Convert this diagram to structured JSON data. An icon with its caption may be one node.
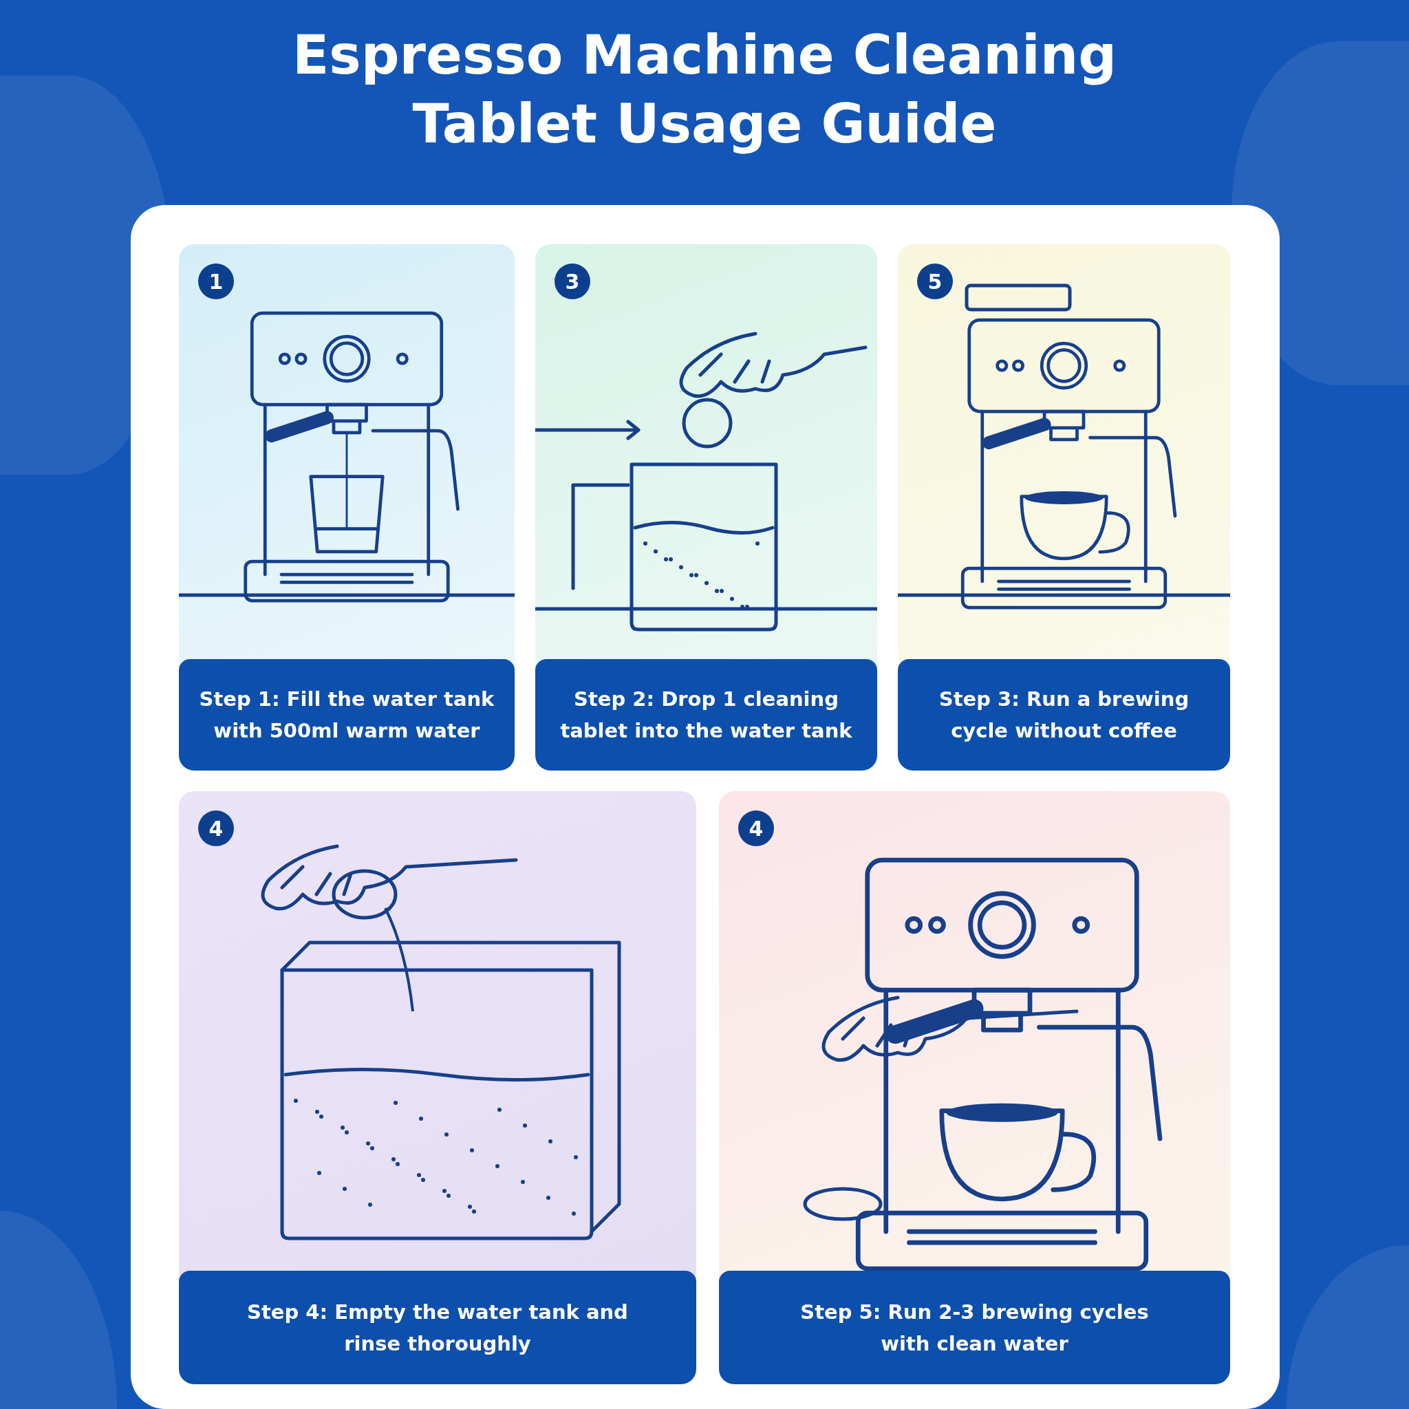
{
  "diagram": {
    "title": "Espresso Machine Cleaning Tablet Usage Guide",
    "nodes": [
      {
        "text": [
          "1",
          "Step 1: Fill the water tank with 500ml warm water"
        ]
      },
      {
        "text": [
          "3",
          "Step 2: Drop 1 cleaning tablet into the water tank"
        ]
      },
      {
        "text": [
          "5",
          "Step 3: Run a brewing cycle without coffee"
        ]
      },
      {
        "text": [
          "4",
          "Step 4: Empty the water tank and rinse thoroughly"
        ]
      },
      {
        "text": [
          "4",
          "Step 5: Run 2-3 brewing cycles with clean water"
        ]
      }
    ]
  }
}
